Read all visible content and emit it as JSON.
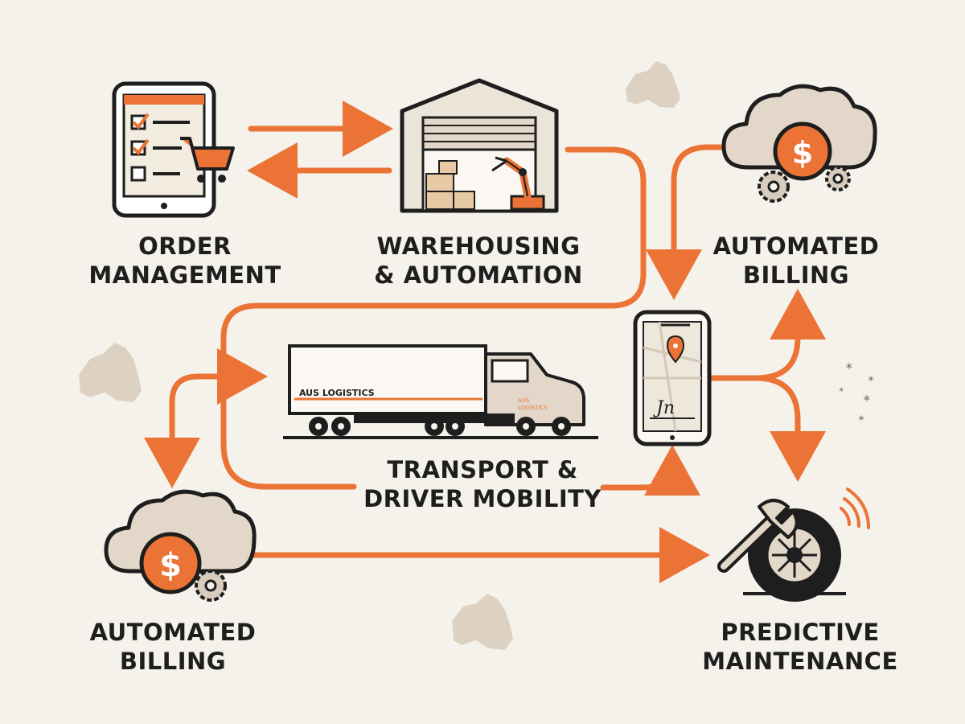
{
  "nodes": {
    "order_management": [
      "ORDER",
      "MANAGEMENT"
    ],
    "warehousing": [
      "WAREHOUSING",
      "& AUTOMATION"
    ],
    "billing_top": [
      "AUTOMATED",
      "BILLING"
    ],
    "transport": [
      "TRANSPORT &",
      "DRIVER MOBILITY"
    ],
    "billing_bottom": [
      "AUTOMATED",
      "BILLING"
    ],
    "predictive": [
      "PREDICTIVE",
      "MAINTENANCE"
    ]
  },
  "truck": {
    "trailer_text": "AUS LOGISTICS",
    "cab_text_1": "AUS",
    "cab_text_2": "LOGISTICS"
  },
  "icons": {
    "dollar": "$",
    "signature": "Jn"
  },
  "colors": {
    "accent": "#ea7335",
    "ink": "#1e1e1e",
    "beige": "#e2d7c8",
    "map": "#ddd2c2",
    "background": "#f5f2ec"
  }
}
